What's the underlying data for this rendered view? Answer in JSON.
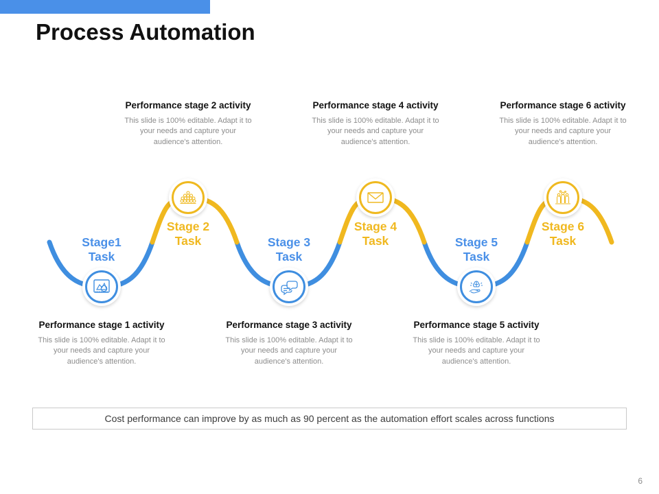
{
  "slide": {
    "title": "Process Automation",
    "page_number": "6",
    "accent_color": "#4a90e8",
    "gold_color": "#f0b81f",
    "blue_color": "#3f8ee0"
  },
  "caption": {
    "text": "Cost performance can improve by as much as 90 percent as the automation effort scales across functions"
  },
  "shared": {
    "body_text": "This slide is 100% editable.  Adapt it to your needs and capture your audience's attention."
  },
  "stages": [
    {
      "id": "stage-1",
      "label_line1": "Stage1",
      "label_line2": "Task",
      "color": "blue",
      "icon": "chart-document-icon",
      "position": "bottom",
      "desc_head": "Performance stage 1 activity",
      "desc_body": "This slide is 100% editable.  Adapt it to your needs and capture your audience's attention."
    },
    {
      "id": "stage-2",
      "label_line1": "Stage 2",
      "label_line2": "Task",
      "color": "gold",
      "icon": "audience-group-icon",
      "position": "top",
      "desc_head": "Performance stage 2 activity",
      "desc_body": "This slide is 100% editable.  Adapt it to your needs and capture your audience's attention."
    },
    {
      "id": "stage-3",
      "label_line1": "Stage 3",
      "label_line2": "Task",
      "color": "blue",
      "icon": "chat-bubbles-icon",
      "position": "bottom",
      "desc_head": "Performance stage 3 activity",
      "desc_body": "This slide is 100% editable.  Adapt it to your needs and capture your audience's attention."
    },
    {
      "id": "stage-4",
      "label_line1": "Stage 4",
      "label_line2": "Task",
      "color": "gold",
      "icon": "envelope-icon",
      "position": "top",
      "desc_head": "Performance stage 4 activity",
      "desc_body": "This slide is 100% editable.  Adapt it to your needs and capture your audience's attention."
    },
    {
      "id": "stage-5",
      "label_line1": "Stage 5",
      "label_line2": "Task",
      "color": "blue",
      "icon": "hand-brain-icon",
      "position": "bottom",
      "desc_head": "Performance stage 5 activity",
      "desc_body": "This slide is 100% editable.  Adapt it to your needs and capture your audience's attention."
    },
    {
      "id": "stage-6",
      "label_line1": "Stage 6",
      "label_line2": "Task",
      "color": "gold",
      "icon": "people-growth-icon",
      "position": "top",
      "desc_head": "Performance stage 6 activity",
      "desc_body": "This slide is 100% editable.  Adapt it to your needs and capture your audience's attention."
    }
  ]
}
